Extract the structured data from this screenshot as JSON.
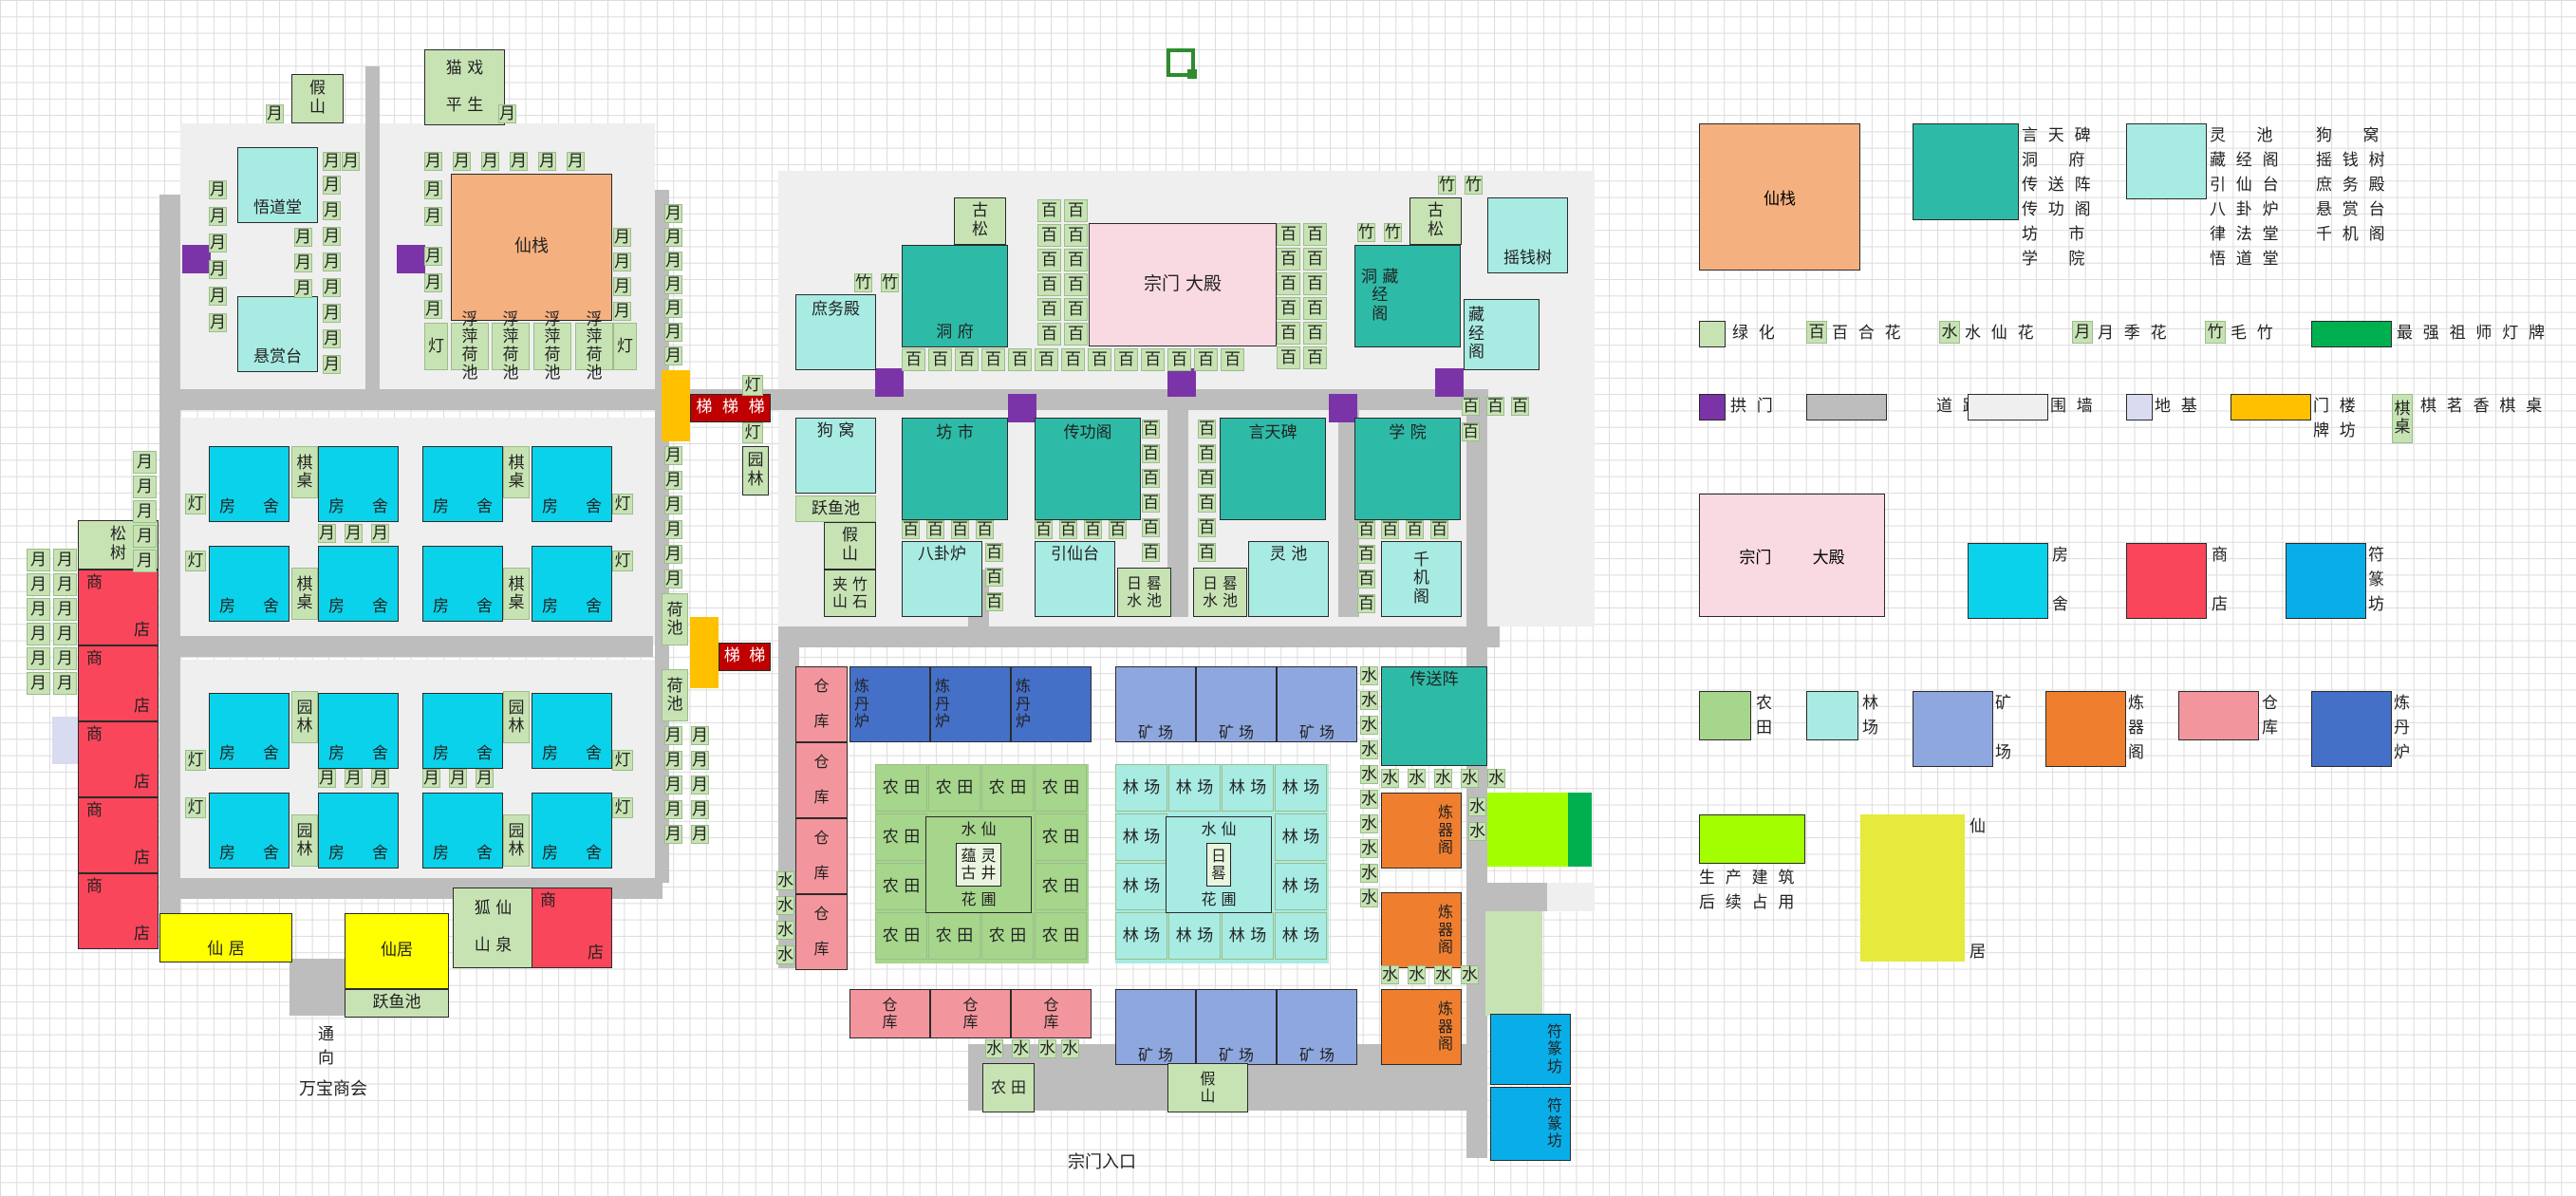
{
  "colors": {
    "road": "#bdbdbd",
    "wall": "#efefef",
    "green": "#c7e3b4",
    "gate": "#7b34a8",
    "sky": "#0ad2ea",
    "shop": "#f9465a",
    "teal": "#2dbba7",
    "lightteal": "#a8ebe3",
    "peach": "#f5b07f",
    "pink": "#f9dae2",
    "farm": "#a6d58c",
    "mine": "#8ea8df",
    "foundry": "#ef7f2f",
    "store": "#f3959c",
    "alchemy": "#4470c8",
    "talisman": "#09aee8",
    "lime": "#a3ff00",
    "yellow": "#ffff00",
    "paleyellow": "#e5ea3c",
    "orange": "#ffc000",
    "red": "#c00000",
    "darkgreen": "#00b050",
    "foundation": "#d9dcf0"
  },
  "map": {
    "labels": {
      "wanbao": "万宝商会",
      "tongxiang": "通\n向",
      "entrance": "宗门入口"
    },
    "buildings": {
      "xianzhan": "仙栈",
      "hall": "宗门    大殿",
      "shuyuan": "庶务殿",
      "dongfu1": "洞      府",
      "gusong1": "古\n松",
      "gusong2": "古\n松",
      "dongjing": "洞      藏\n        经\n        阁",
      "yaoqianshu": "摇钱树",
      "zangjingge": "藏\n经\n阁",
      "gouwo": "狗      窝",
      "fangshi": "坊      市",
      "chuangong": "传功阁",
      "yantianbei": "言天碑",
      "xueyuan": "学      院",
      "bagualu": "八卦炉",
      "yinxiantai": "引仙台",
      "lingchi": "灵      池",
      "qianjige": "千\n机\n阁",
      "wuxuetang": "悟道堂",
      "xuanshangtai": "悬赏台",
      "chuansongzhen": "传送阵",
      "jiashan1": "假\n  山",
      "jiashan2": "假\n山",
      "jiashan3": "假\n山",
      "maoxi": "猫      戏\n\n平      生",
      "yueyuchi": "跃鱼池",
      "jiashi": "夹  竹\n山  石",
      "rigui1": "日  晷\n水  池",
      "rigui2": "日  晷\n水  池",
      "xianju1": "仙      居",
      "xianju2": "仙居",
      "xianquan": "狐      仙\n\n山      泉",
      "yunling": "蕴  灵\n古  井",
      "rigui_center": "日\n晷",
      "shuixian": "水            仙",
      "huapu": "花            圃",
      "songshu": "松\n树"
    },
    "houses": {
      "fang": "房",
      "she": "舍",
      "qizhuo": "棋\n桌",
      "yuanlin": "园\n林"
    },
    "shops": {
      "shang": "商",
      "dian": "店"
    },
    "tiles": {
      "yue": "月",
      "bai": "百",
      "shui": "水",
      "zhu": "竹",
      "deng": "灯",
      "ti": "梯",
      "nongtian": "农  田",
      "linchang": "林  场",
      "kuangchang": "矿    场",
      "liandanlu": "炼\n丹\n炉",
      "cangku": "仓\n\n库",
      "cangku_h": "仓\n      库",
      "lianqige": "炼\n器\n阁",
      "fuzhuanfang": "符\n篆\n坊",
      "hechi": "荷\n池",
      "fuping": "浮  萍\n荷  池",
      "yuanlin_v": "园\n林"
    }
  },
  "legend": {
    "xianzhan": "仙栈",
    "col1": "言  天  碑\n洞      府\n传  送  阵\n传  功  阁\n坊      市\n学      院",
    "col2": "灵      池\n藏  经  阁\n引  仙  台\n八  卦  炉\n律  法  堂\n悟  道  堂",
    "col3": "狗      窝\n摇  钱  树\n庶  务  殿\n悬  赏  台\n千  机  阁",
    "lvhua": "绿  化",
    "baihehua": "百  合  花",
    "shuixianhua": "水  仙  花",
    "yuejihua": "月  季  花",
    "maozhu": "毛  竹",
    "dengpai": "最  强  祖  师  灯  牌",
    "baihe_icon": "百",
    "shuixian_icon": "水",
    "yueji_icon": "月",
    "maozhu_icon": "竹",
    "gongmen": "拱  门",
    "daolu": "道  路",
    "weiqiang": "围  墙",
    "diji": "地  基",
    "menlou": "门  楼\n牌  坊",
    "qizhuo": "棋  茗  香  棋  桌",
    "qizhuo_icon": "棋\n桌",
    "hall": "宗门        大殿",
    "fangshe": "房\n\n舍",
    "shangdian": "商\n\n店",
    "fuzhuan": "符\n篆\n坊",
    "nongtian": "农\n田",
    "linchang": "林\n场",
    "kuangchang": "矿\n\n场",
    "lianqi": "炼\n器\n阁",
    "cangku": "仓\n库",
    "liandan": "炼\n丹\n炉",
    "shengchan": "生  产  建  筑\n后  续  占  用",
    "xian": "仙",
    "ju": "居"
  }
}
